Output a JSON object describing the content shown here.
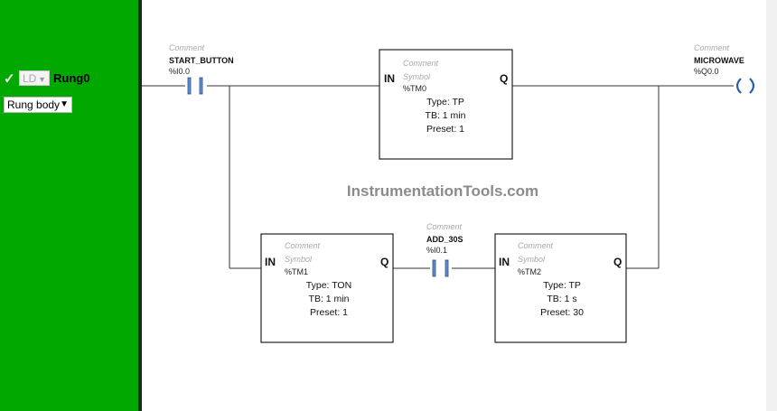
{
  "sidebar": {
    "enabled_check": "✓",
    "language": "LD",
    "rung_name": "Rung0",
    "section_select": "Rung body"
  },
  "watermark": "InstrumentationTools.com",
  "contacts": {
    "start": {
      "comment": "Comment",
      "name": "START_BUTTON",
      "address": "%I0.0"
    },
    "add30": {
      "comment": "Comment",
      "name": "ADD_30S",
      "address": "%I0.1"
    }
  },
  "coil": {
    "comment": "Comment",
    "name": "MICROWAVE",
    "address": "%Q0.0"
  },
  "timers": {
    "tm0": {
      "comment": "Comment",
      "symbol": "Symbol",
      "address": "%TM0",
      "in_pin": "IN",
      "out_pin": "Q",
      "type": "Type:  TP",
      "tb": "TB:  1 min",
      "preset": "Preset:  1"
    },
    "tm1": {
      "comment": "Comment",
      "symbol": "Symbol",
      "address": "%TM1",
      "in_pin": "IN",
      "out_pin": "Q",
      "type": "Type:  TON",
      "tb": "TB:  1 min",
      "preset": "Preset:  1"
    },
    "tm2": {
      "comment": "Comment",
      "symbol": "Symbol",
      "address": "%TM2",
      "in_pin": "IN",
      "out_pin": "Q",
      "type": "Type:  TP",
      "tb": "TB:  1 s",
      "preset": "Preset:  30"
    }
  },
  "colors": {
    "sidebar": "#00a800",
    "contact": "#5b8fd6",
    "wire": "#333333"
  }
}
